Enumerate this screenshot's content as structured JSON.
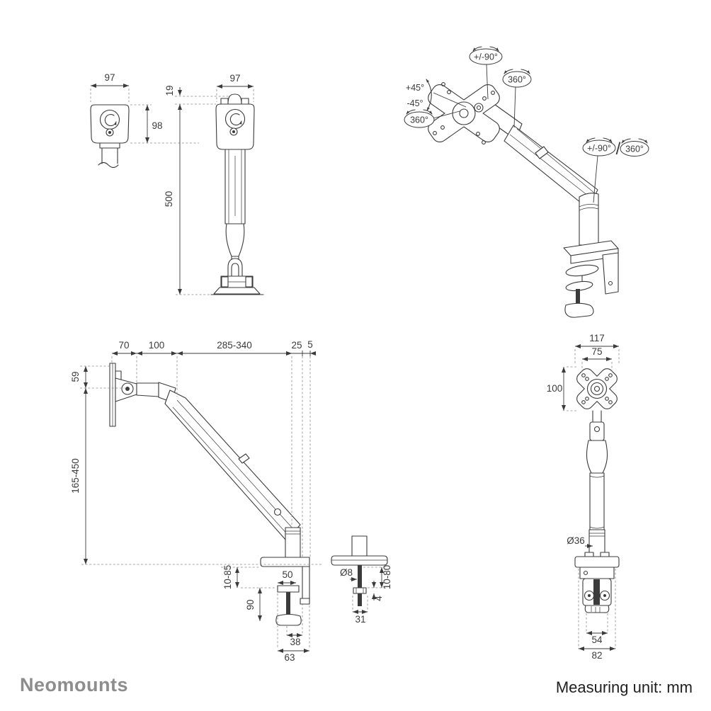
{
  "footer": {
    "brand": "Neomounts",
    "measuring_unit": "Measuring unit: mm"
  },
  "colors": {
    "line": "#3b3b3b",
    "dashed": "#8a8a8a",
    "dimension_text": "#3b3b3b",
    "logo": "#8d8d8d",
    "footer_text": "#1f1f1f",
    "background": "#ffffff"
  },
  "views": {
    "head_rear": {
      "dim_width": "97",
      "dim_height": "98"
    },
    "arm_folded_side": {
      "dim_width": "97",
      "dim_cap": "19",
      "dim_height": "500"
    },
    "arm_perspective": {
      "tilt_up": "+45°",
      "tilt_down": "-45°",
      "vesa_rotation": "360°",
      "head_swivel": "+/-90°",
      "arm_rotation": "360°",
      "base_swivel": "+/-90°",
      "base_rotation": "360°",
      "separator": "/"
    },
    "arm_extended_side": {
      "dim_offset_wall": "70",
      "dim_link": "100",
      "dim_reach": "285-340",
      "dim_pole_offset": "25",
      "dim_edge": "5",
      "dim_head": "59",
      "dim_height_range": "165-450",
      "clamp": {
        "dim_desk_thickness": "10-85",
        "dim_jaw": "50",
        "dim_screw": "90",
        "dim_knob": "38",
        "dim_depth": "63"
      },
      "grommet": {
        "dim_bolt": "Ø8",
        "dim_thickness": "10-80",
        "dim_nut": "4",
        "dim_base": "31"
      }
    },
    "arm_front": {
      "dim_plate": "117",
      "dim_vesa_h": "75",
      "dim_vesa_v": "100",
      "dim_pole": "Ø36",
      "dim_clamp_inner": "54",
      "dim_clamp_outer": "82"
    }
  }
}
